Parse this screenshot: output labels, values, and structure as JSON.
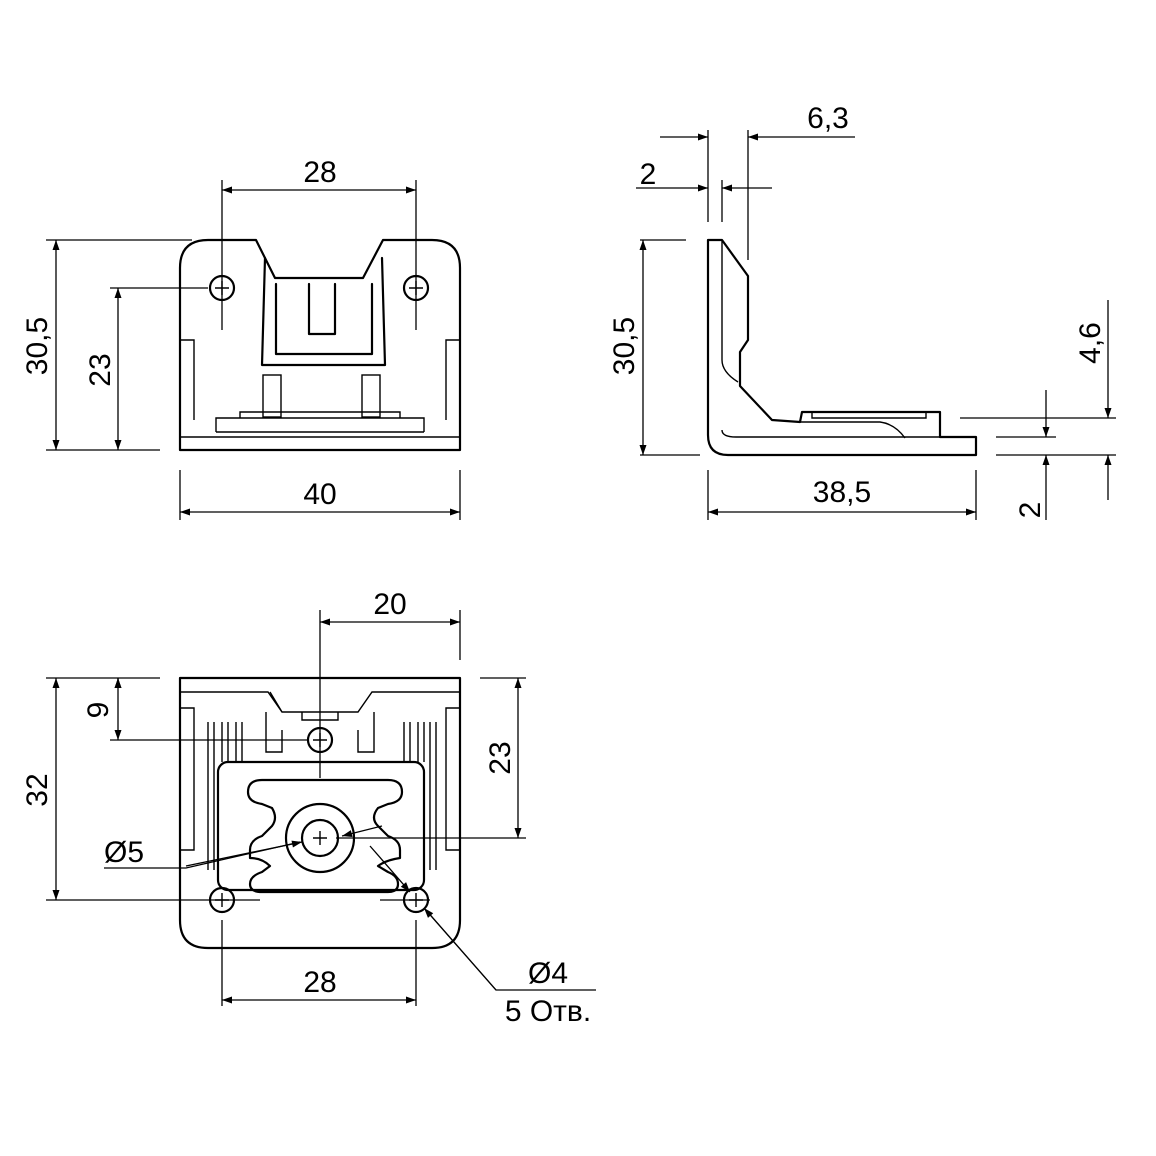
{
  "colors": {
    "line": "#000000",
    "background": "#ffffff"
  },
  "front_view": {
    "width_top": "28",
    "height_total": "30,5",
    "height_holes": "23",
    "width_total": "40"
  },
  "side_view": {
    "thickness_top": "6,3",
    "thickness_wall": "2",
    "height_total": "30,5",
    "length_total": "38,5",
    "base_height": "4,6",
    "base_thickness": "2"
  },
  "bottom_view": {
    "offset_center": "20",
    "hole_offset": "9",
    "depth_total": "32",
    "depth_center": "23",
    "center_hole_diameter": "Ø5",
    "hole_spacing": "28",
    "hole_diameter": "Ø4",
    "hole_count": "5 Отв."
  }
}
